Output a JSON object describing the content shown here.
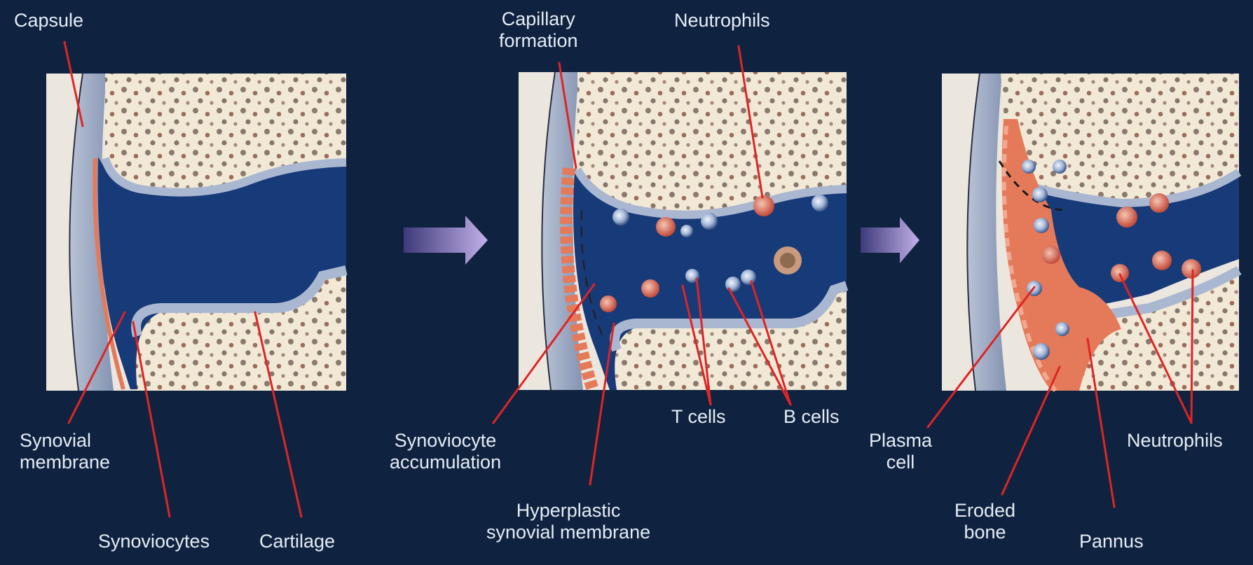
{
  "colors": {
    "background": "#0f2341",
    "leader_line": "#e02424",
    "label_text": "#e6ecf4",
    "bone": "#f1e9d6",
    "joint_fluid": "#173a78",
    "synovium": "#e47a5a",
    "arrow": "#a58fcd"
  },
  "panels": [
    {
      "stage": "normal",
      "labels": {
        "capsule": "Capsule",
        "synovial_membrane": [
          "Synovial",
          "membrane"
        ],
        "synoviocytes": "Synoviocytes",
        "cartilage": "Cartilage"
      }
    },
    {
      "stage": "early",
      "labels": {
        "capillary_formation": [
          "Capillary",
          "formation"
        ],
        "neutrophils": "Neutrophils",
        "t_cells": "T cells",
        "b_cells": "B cells",
        "synoviocyte_accumulation": [
          "Synoviocyte",
          "accumulation"
        ],
        "hyperplastic_synovial_membrane": [
          "Hyperplastic",
          "synovial membrane"
        ]
      }
    },
    {
      "stage": "advanced",
      "labels": {
        "plasma_cell": [
          "Plasma",
          "cell"
        ],
        "neutrophils": "Neutrophils",
        "eroded_bone": [
          "Eroded",
          "bone"
        ],
        "pannus": "Pannus"
      }
    }
  ]
}
